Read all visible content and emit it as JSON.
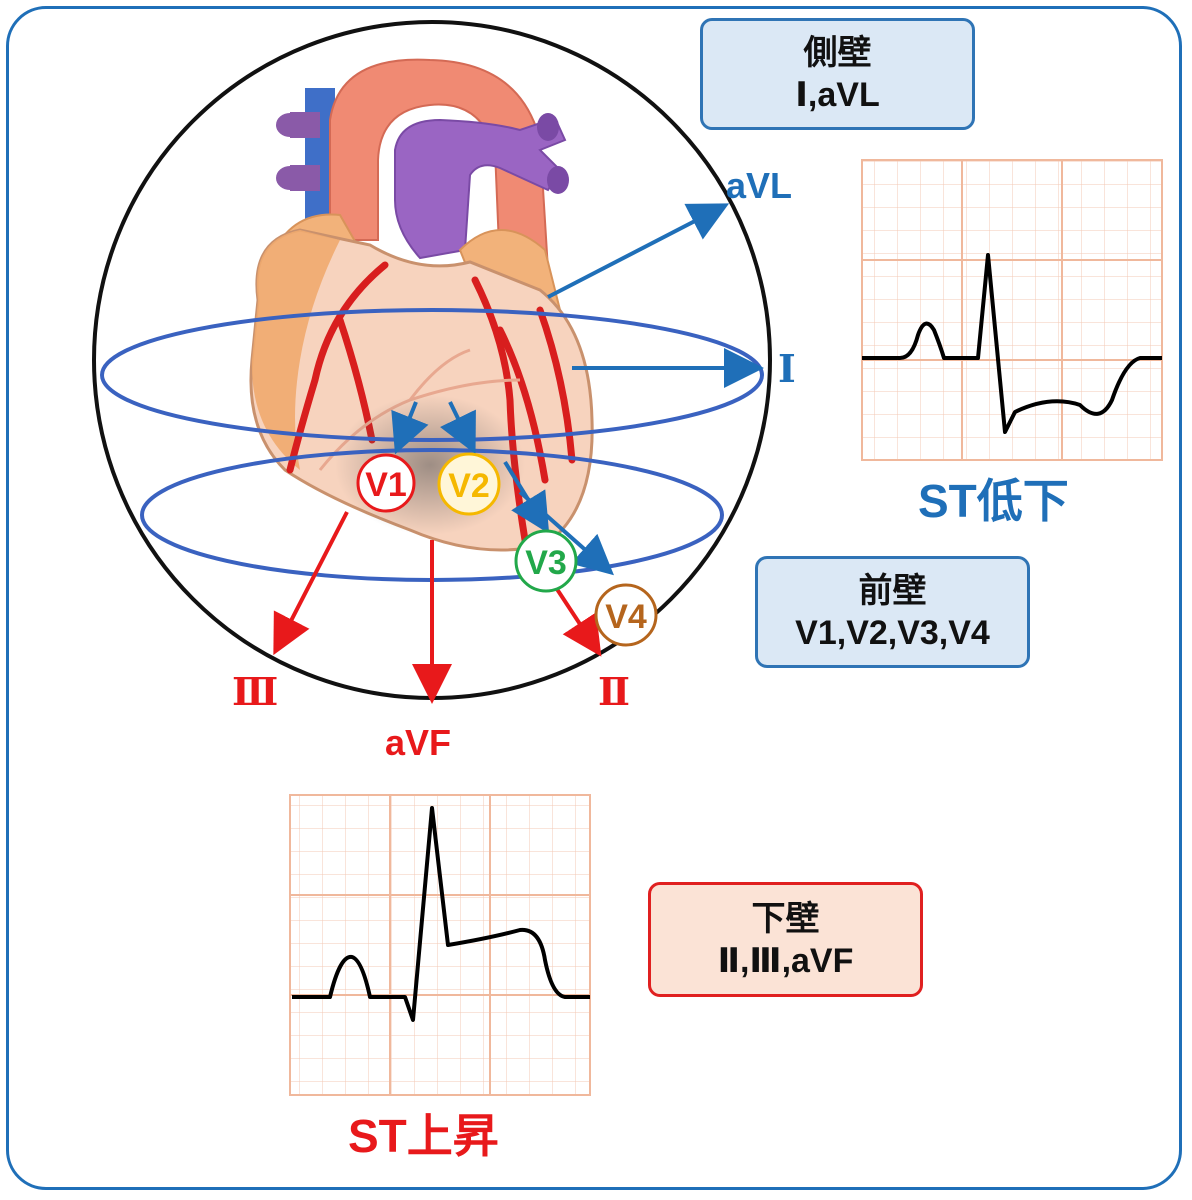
{
  "lateral_box": {
    "title": "側壁",
    "leads": "Ⅰ,aVL"
  },
  "anterior_box": {
    "title": "前壁",
    "leads": "V1,V2,V3,V4"
  },
  "inferior_box": {
    "title": "下壁",
    "leads": "Ⅱ,Ⅲ,aVF"
  },
  "axis_labels": {
    "avl": "aVL",
    "lead1": "Ⅰ",
    "lead2": "Ⅱ",
    "lead3": "Ⅲ",
    "avf": "aVF"
  },
  "chest_leads": {
    "v1": "V1",
    "v2": "V2",
    "v3": "V3",
    "v4": "V4"
  },
  "ecg_captions": {
    "depression": "ST低下",
    "elevation": "ST上昇"
  },
  "colors": {
    "blue": "#1f6fb8",
    "red": "#e8191b",
    "green": "#22a84a",
    "yellow": "#f5b800",
    "brown": "#b5651d",
    "grid": "#f2c6b0"
  }
}
